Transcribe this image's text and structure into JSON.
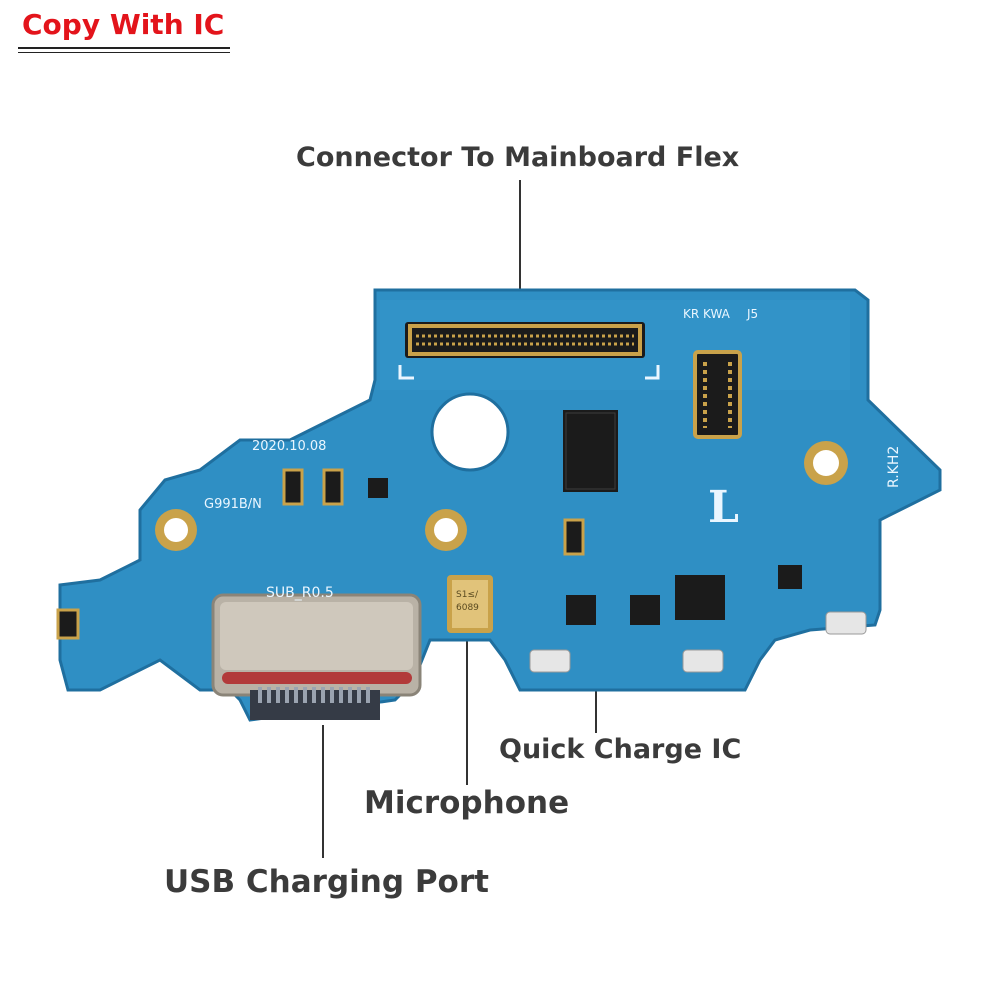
{
  "badge": {
    "text": "Copy With IC"
  },
  "callouts": {
    "connector": "Connector To Mainboard Flex",
    "quick_charge": "Quick Charge IC",
    "microphone": "Microphone",
    "usb_port": "USB Charging Port"
  },
  "board_markings": {
    "date": "2020.10.08",
    "model": "G991B/N",
    "sub": "SUB_R0.5",
    "kr": "KR KWA",
    "j5": "J5",
    "rev": "R.KH2",
    "letter": "L",
    "mic_code1": "S1≤/",
    "mic_code2": "6089"
  },
  "colors": {
    "pcb": "#2f8fc4",
    "pcb_dark": "#1f6f9f",
    "gold": "#c9a24a",
    "chip": "#1b1b1b",
    "accent_red": "#e3141b"
  }
}
